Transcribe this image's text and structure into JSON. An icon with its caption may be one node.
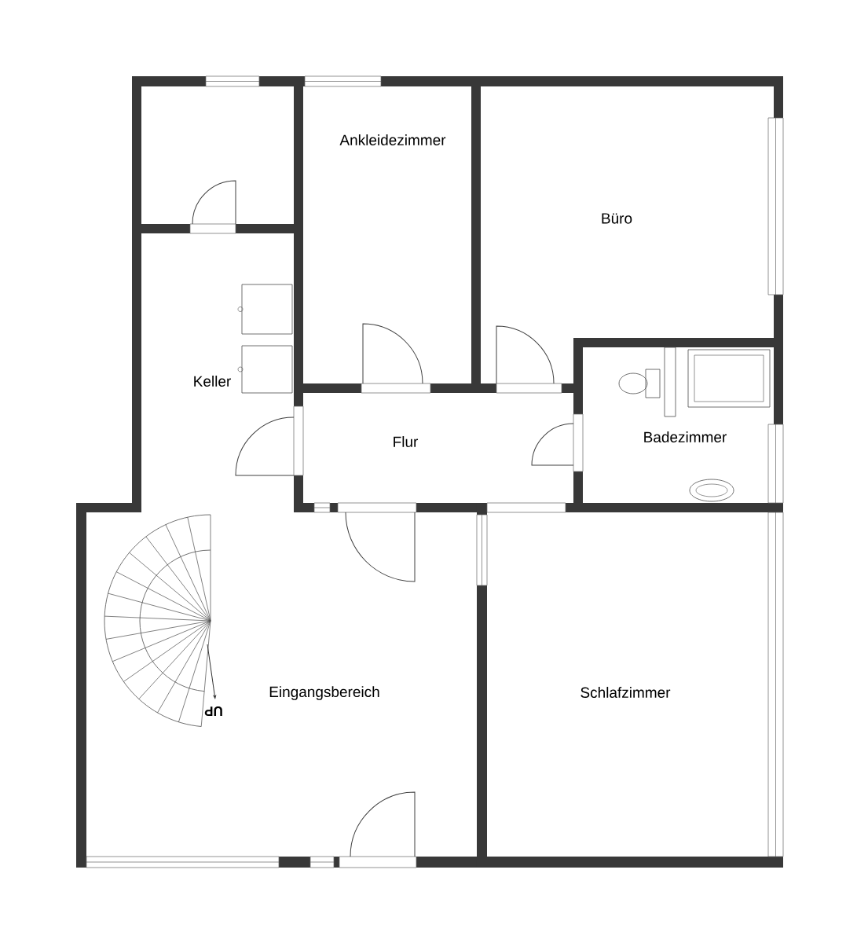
{
  "diagram": {
    "labels": [
      "Ankleidezimmer",
      "Büro",
      "Keller",
      "Flur",
      "Badezimmer",
      "Eingangsbereich",
      "Schlafzimmer",
      "UP"
    ]
  }
}
